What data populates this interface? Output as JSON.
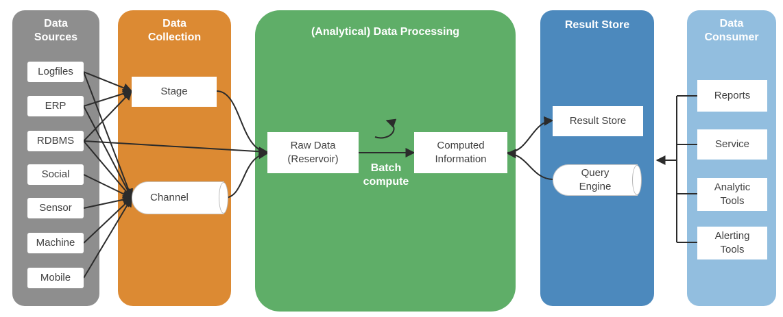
{
  "columns": {
    "sources": {
      "title_line1": "Data",
      "title_line2": "Sources"
    },
    "collection": {
      "title_line1": "Data",
      "title_line2": "Collection"
    },
    "processing": {
      "title": "(Analytical) Data Processing"
    },
    "result": {
      "title": "Result Store"
    },
    "consumer": {
      "title_line1": "Data",
      "title_line2": "Consumer"
    }
  },
  "sources": [
    "Logfiles",
    "ERP",
    "RDBMS",
    "Social",
    "Sensor",
    "Machine",
    "Mobile"
  ],
  "collection": {
    "stage": "Stage",
    "channel": "Channel"
  },
  "processing": {
    "raw_line1": "Raw Data",
    "raw_line2": "(Reservoir)",
    "computed_line1": "Computed",
    "computed_line2": "Information",
    "batch_line1": "Batch",
    "batch_line2": "compute"
  },
  "result": {
    "store": "Result Store",
    "engine_line1": "Query",
    "engine_line2": "Engine"
  },
  "consumers": [
    {
      "line1": "Reports",
      "line2": ""
    },
    {
      "line1": "Service",
      "line2": ""
    },
    {
      "line1": "Analytic",
      "line2": "Tools"
    },
    {
      "line1": "Alerting",
      "line2": "Tools"
    }
  ],
  "colors": {
    "sources": "#8e8e8e",
    "collection": "#dc8a33",
    "processing": "#5fae68",
    "result": "#4c89bd",
    "consumer": "#92bedf",
    "connector": "#2b2b2b"
  }
}
